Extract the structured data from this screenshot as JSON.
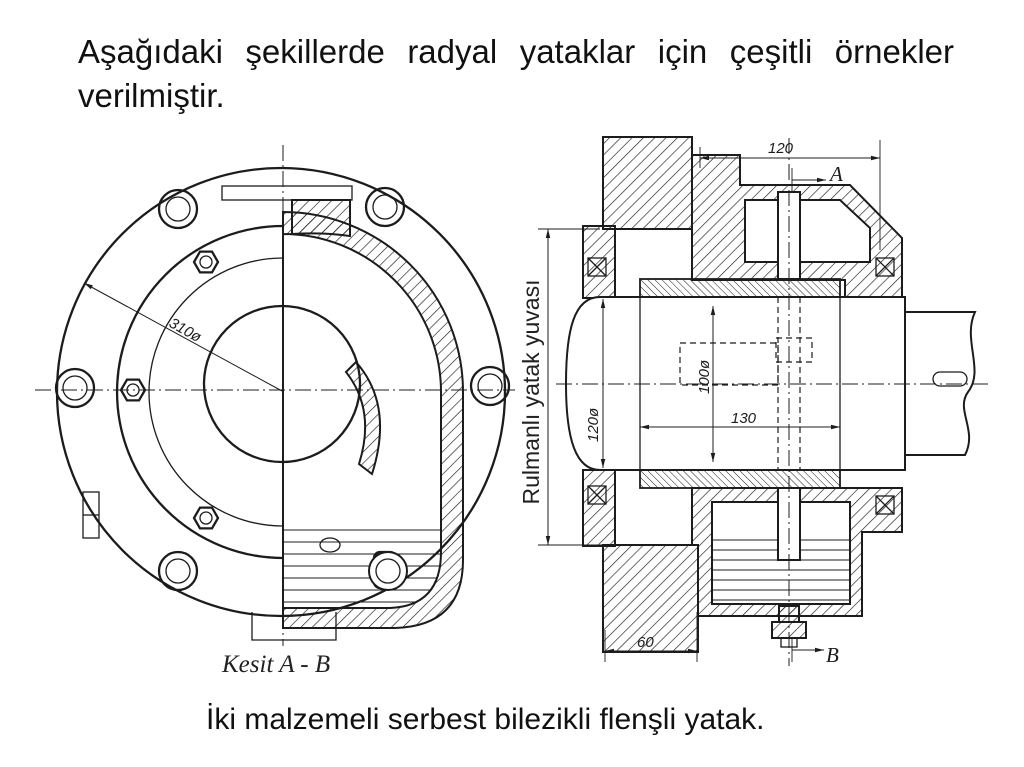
{
  "slide": {
    "title": "Aşağıdaki şekillerde radyal yataklar için çeşitli örnekler verilmiştir.",
    "caption": "İki malzemeli serbest bilezikli flenşli yatak."
  },
  "figure_left": {
    "section_label": "Kesit A - B",
    "dimensions": {
      "flange_diameter": "310ø"
    }
  },
  "figure_right": {
    "side_label": "Rulmanlı yatak yuvası",
    "dimensions": {
      "top_length": "120",
      "outer_diameter": "120ø",
      "inner_diameter": "100ø",
      "bush_length": "130",
      "flange_width": "60"
    },
    "section_marks": {
      "top": "A",
      "bottom": "B"
    }
  },
  "colors": {
    "background": "#ffffff",
    "ink": "#1c1c1c"
  }
}
